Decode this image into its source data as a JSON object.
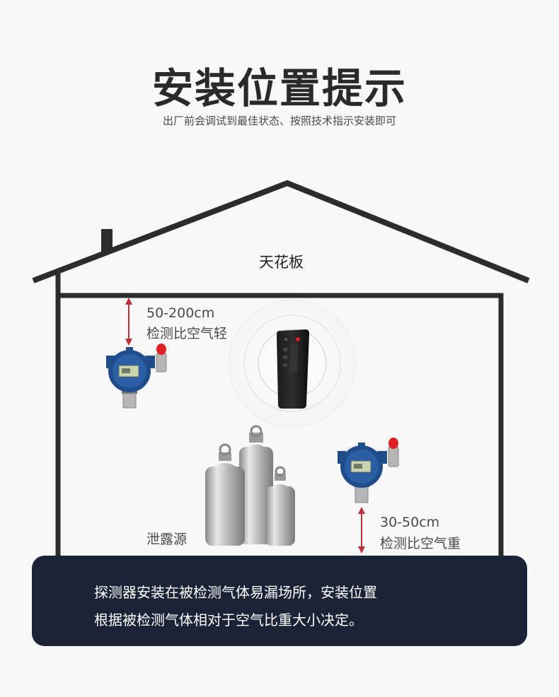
{
  "header": {
    "title": "安装位置提示",
    "subtitle": "出厂前会调试到最佳状态、按照技术指示安装即可"
  },
  "diagram": {
    "ceiling_label": "天花板",
    "detector_top": {
      "distance": "50-200cm",
      "note": "检测比空气轻"
    },
    "detector_bottom": {
      "distance": "30-50cm",
      "note": "检测比空气重"
    },
    "leak_source_label": "泄露源"
  },
  "info_panel": {
    "line1": "探测器安装在被检测气体易漏场所，安装位置",
    "line2": "根据被检测气体相对于空气比重大小决定。"
  },
  "colors": {
    "title": "#2a2a2a",
    "house_outline": "#2c2c2c",
    "arrow": "#c0303a",
    "panel_bg": "#1b2336",
    "detector_blue": "#1f4d8c",
    "alarm_red": "#e02020"
  }
}
